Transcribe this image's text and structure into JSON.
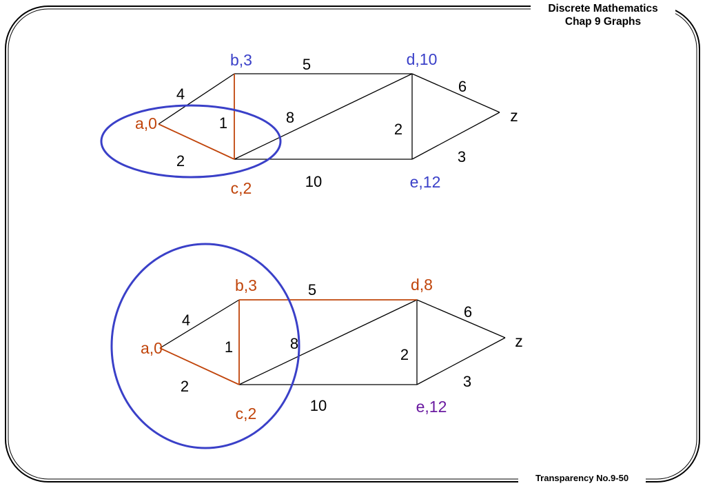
{
  "header": {
    "title": "Discrete Mathematics",
    "subtitle": "Chap 9 Graphs"
  },
  "footer": {
    "label": "Transparency No.9-50"
  },
  "colors": {
    "visited": "#c0440a",
    "frontier": "#3a40c8",
    "final": "#6a1aa0",
    "circle": "#3a40c8",
    "edge": "#000000"
  },
  "graphs": [
    {
      "nodes": [
        {
          "id": "a",
          "label": "a,0",
          "state": "visited"
        },
        {
          "id": "b",
          "label": "b,3",
          "state": "frontier"
        },
        {
          "id": "c",
          "label": "c,2",
          "state": "visited"
        },
        {
          "id": "d",
          "label": "d,10",
          "state": "frontier"
        },
        {
          "id": "e",
          "label": "e,12",
          "state": "frontier"
        },
        {
          "id": "z",
          "label": "z",
          "state": "plain"
        }
      ],
      "edges": [
        {
          "from": "a",
          "to": "b",
          "weight": "4",
          "highlight": false
        },
        {
          "from": "a",
          "to": "c",
          "weight": "2",
          "highlight": true
        },
        {
          "from": "b",
          "to": "c",
          "weight": "1",
          "highlight": true
        },
        {
          "from": "b",
          "to": "d",
          "weight": "5",
          "highlight": false
        },
        {
          "from": "c",
          "to": "d",
          "weight": "8",
          "highlight": false
        },
        {
          "from": "c",
          "to": "e",
          "weight": "10",
          "highlight": false
        },
        {
          "from": "d",
          "to": "e",
          "weight": "2",
          "highlight": false
        },
        {
          "from": "d",
          "to": "z",
          "weight": "6",
          "highlight": false
        },
        {
          "from": "e",
          "to": "z",
          "weight": "3",
          "highlight": false
        }
      ]
    },
    {
      "nodes": [
        {
          "id": "a",
          "label": "a,0",
          "state": "visited"
        },
        {
          "id": "b",
          "label": "b,3",
          "state": "visited"
        },
        {
          "id": "c",
          "label": "c,2",
          "state": "visited"
        },
        {
          "id": "d",
          "label": "d,8",
          "state": "visited"
        },
        {
          "id": "e",
          "label": "e,12",
          "state": "final"
        },
        {
          "id": "z",
          "label": "z",
          "state": "plain"
        }
      ],
      "edges": [
        {
          "from": "a",
          "to": "b",
          "weight": "4",
          "highlight": false
        },
        {
          "from": "a",
          "to": "c",
          "weight": "2",
          "highlight": true
        },
        {
          "from": "b",
          "to": "c",
          "weight": "1",
          "highlight": true
        },
        {
          "from": "b",
          "to": "d",
          "weight": "5",
          "highlight": true
        },
        {
          "from": "c",
          "to": "d",
          "weight": "8",
          "highlight": false
        },
        {
          "from": "c",
          "to": "e",
          "weight": "10",
          "highlight": false
        },
        {
          "from": "d",
          "to": "e",
          "weight": "2",
          "highlight": false
        },
        {
          "from": "d",
          "to": "z",
          "weight": "6",
          "highlight": false
        },
        {
          "from": "e",
          "to": "z",
          "weight": "3",
          "highlight": false
        }
      ]
    }
  ]
}
